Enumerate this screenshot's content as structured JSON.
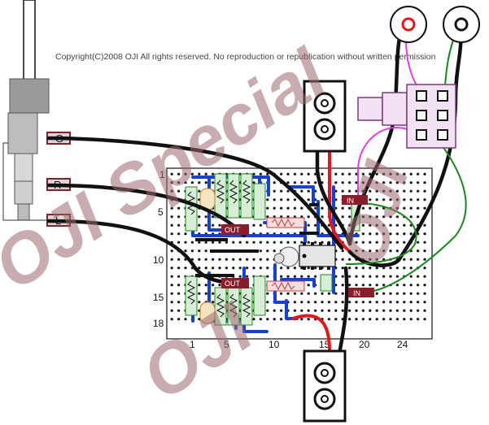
{
  "copyright": "Copyright(C)2008 OJI All rights reserved.  No reproduction or republication without written permission",
  "watermark": {
    "line1": "OJI Special",
    "line2": "OJI"
  },
  "jack_pins": [
    {
      "label": "G"
    },
    {
      "label": "R"
    },
    {
      "label": "L"
    }
  ],
  "board_rows": [
    "1",
    "5",
    "10",
    "15",
    "18"
  ],
  "board_cols": [
    "1",
    "5",
    "10",
    "15",
    "20",
    "24"
  ],
  "tags": {
    "in": "IN",
    "out": "OUT"
  },
  "colors": {
    "wire_black": "#111111",
    "wire_red": "#e8141b",
    "wire_magenta": "#e83ce8",
    "wire_green": "#1a8a1a",
    "trace_blue": "#1540e0",
    "board_fill": "#ffffff",
    "tag_fill": "#8b1c2a",
    "watermark": "#9c6a6e"
  },
  "icons": [
    "audio-plug-icon",
    "terminal-block-icon",
    "potentiometer-icon",
    "rca-jack-icon"
  ]
}
